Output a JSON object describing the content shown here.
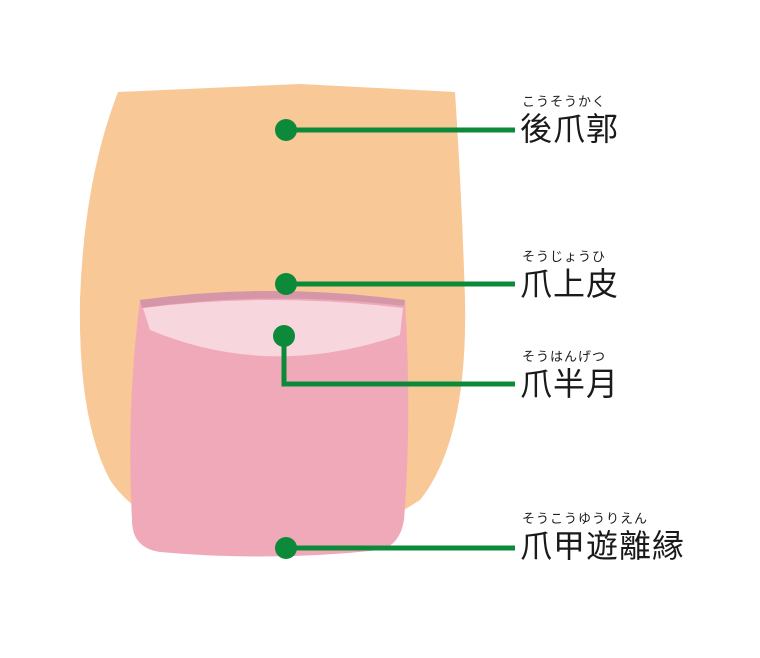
{
  "colors": {
    "finger": "#f8c896",
    "nail": "#f0a9b9",
    "lunula": "#f8d6dd",
    "cuticle": "#d597a8",
    "leader": "#0c8a3a"
  },
  "labels": [
    {
      "ruby": "こうそうかく",
      "text": "後爪郭"
    },
    {
      "ruby": "そうじょうひ",
      "text": "爪上皮"
    },
    {
      "ruby": "そうはんげつ",
      "text": "爪半月"
    },
    {
      "ruby": "そうこうゆうりえん",
      "text": "爪甲遊離縁"
    }
  ]
}
